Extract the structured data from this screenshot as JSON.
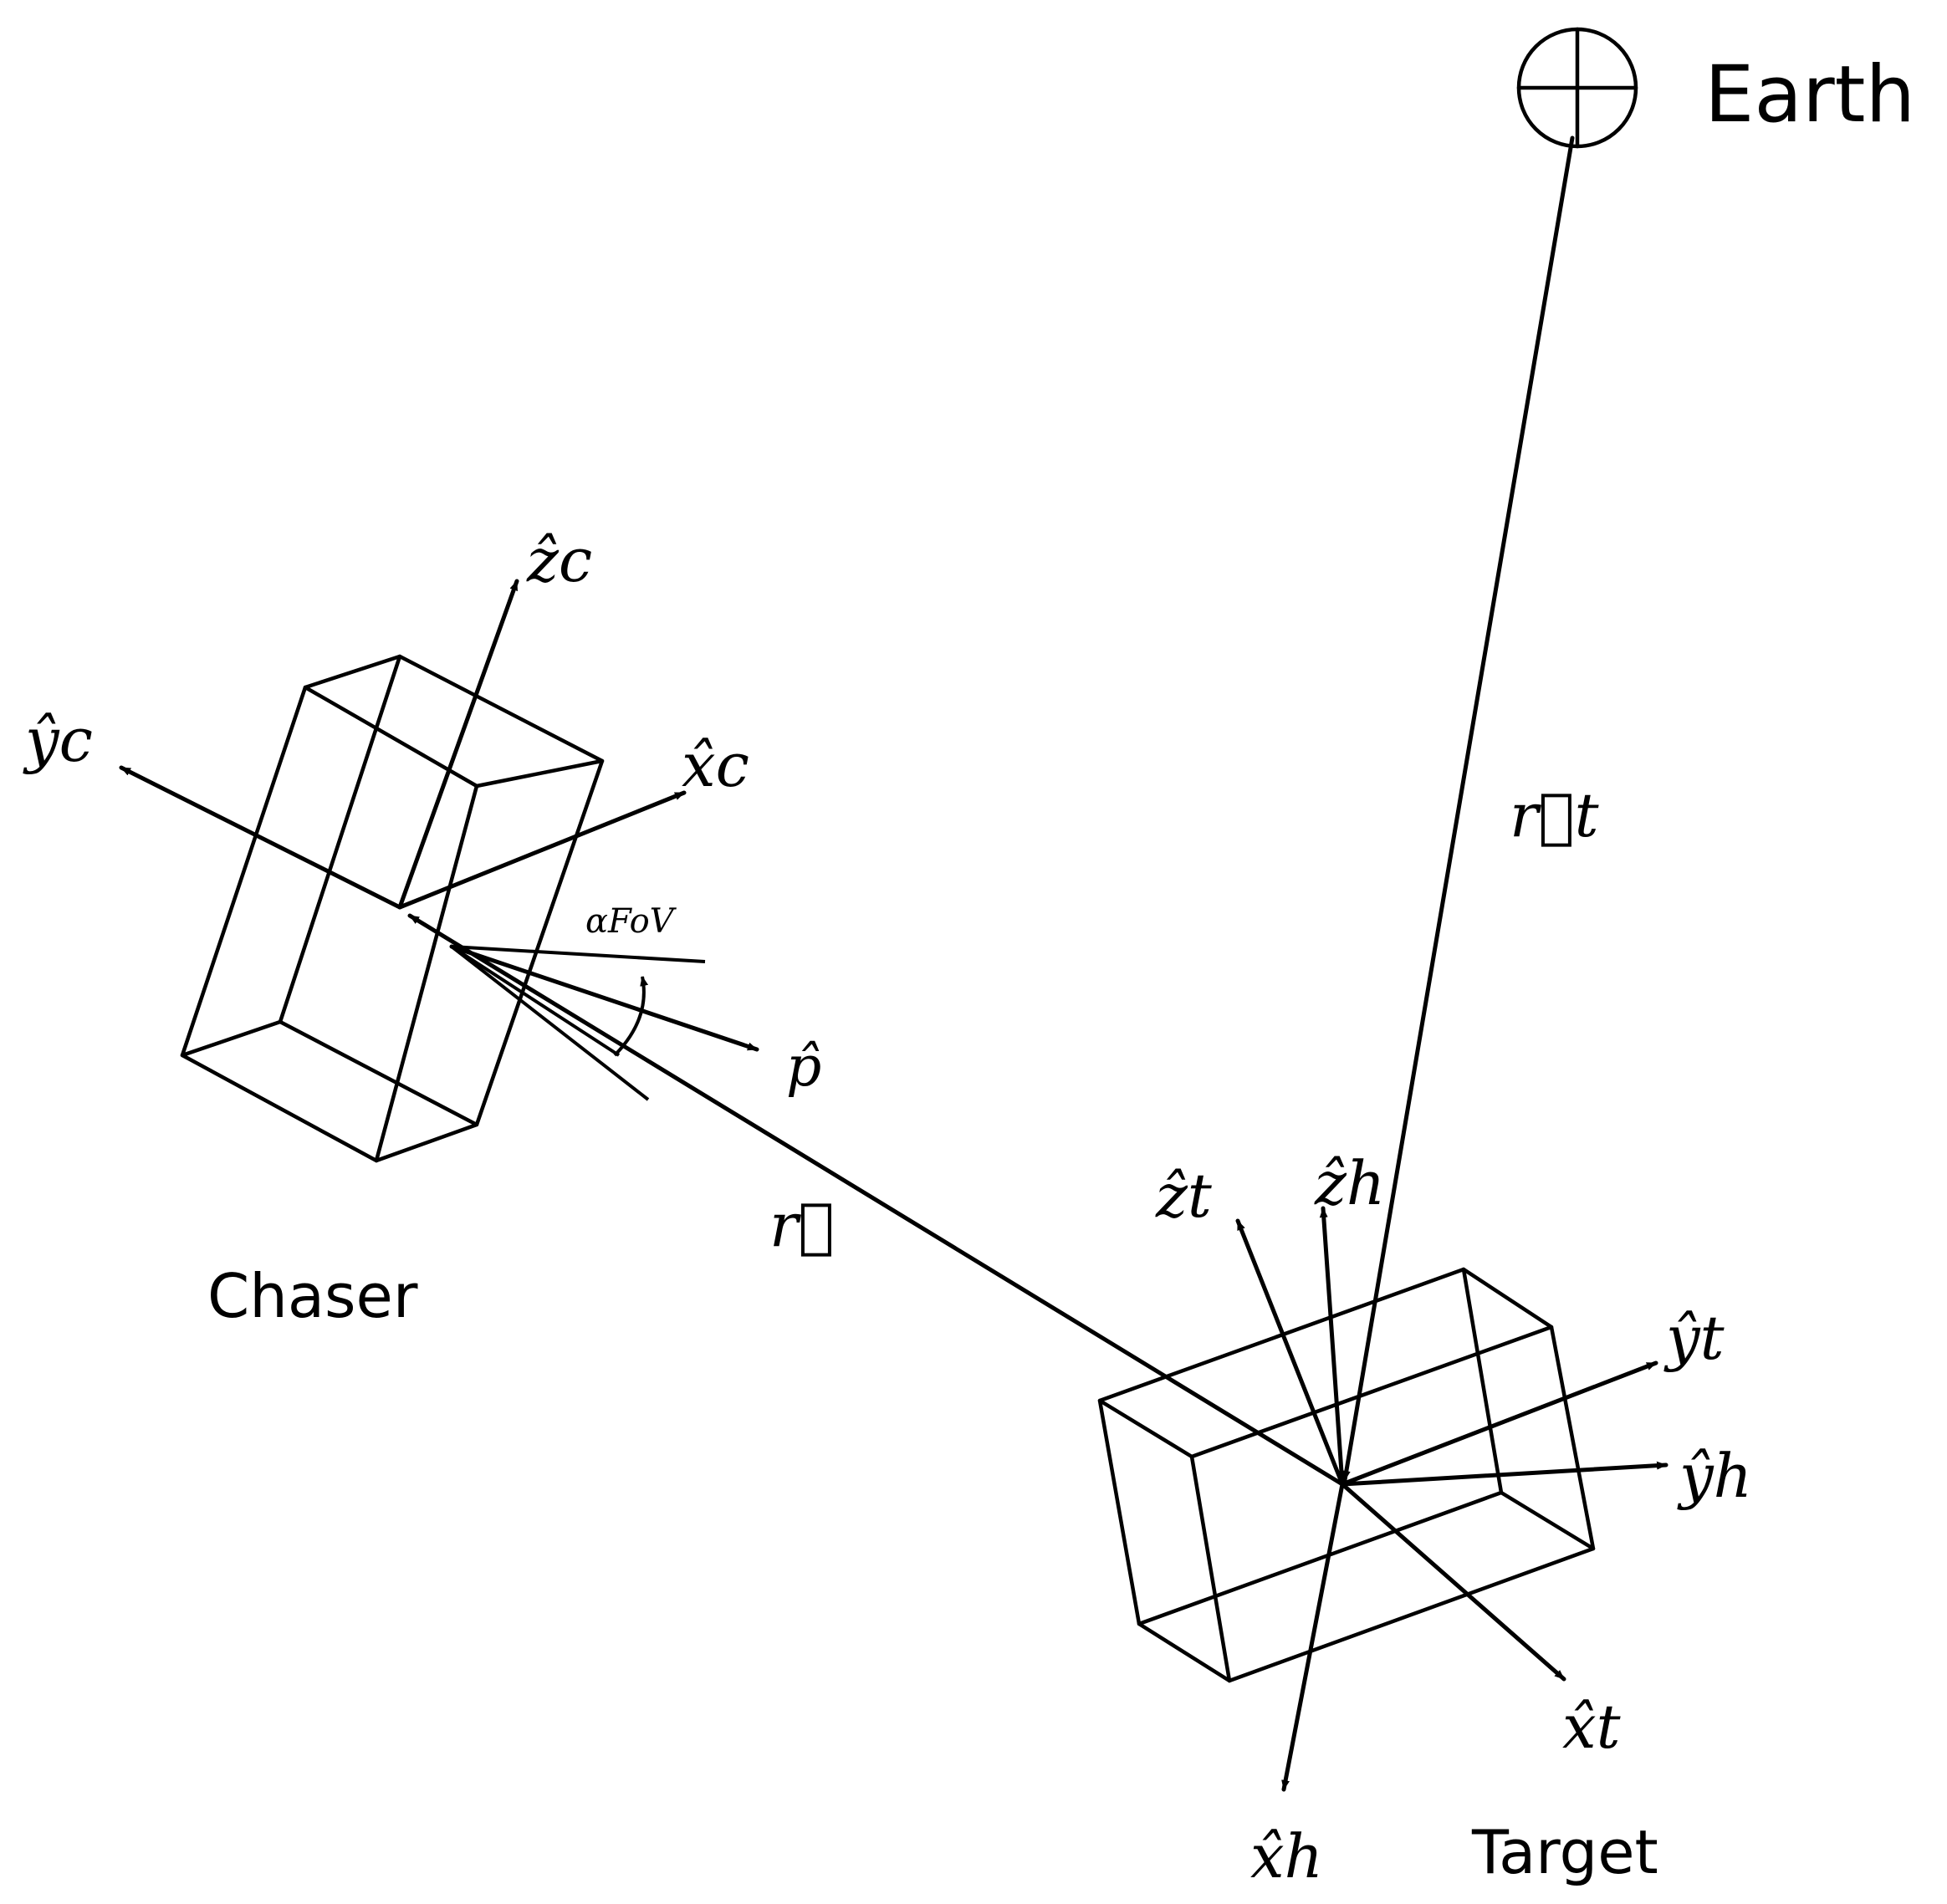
{
  "labels": {
    "earth": "Earth",
    "chaser": "Chaser",
    "target": "Target",
    "z_c": "ẑc",
    "y_c": "ŷc",
    "x_c": "x̂c",
    "alpha_fov": "αFoV",
    "p_hat": "p̂",
    "r_vec": "r⃗",
    "r_t": "r⃗t",
    "z_t": "ẑt",
    "z_h": "ẑh",
    "y_t": "ŷt",
    "y_h": "ŷh",
    "x_t": "x̂t",
    "x_h": "x̂h"
  }
}
